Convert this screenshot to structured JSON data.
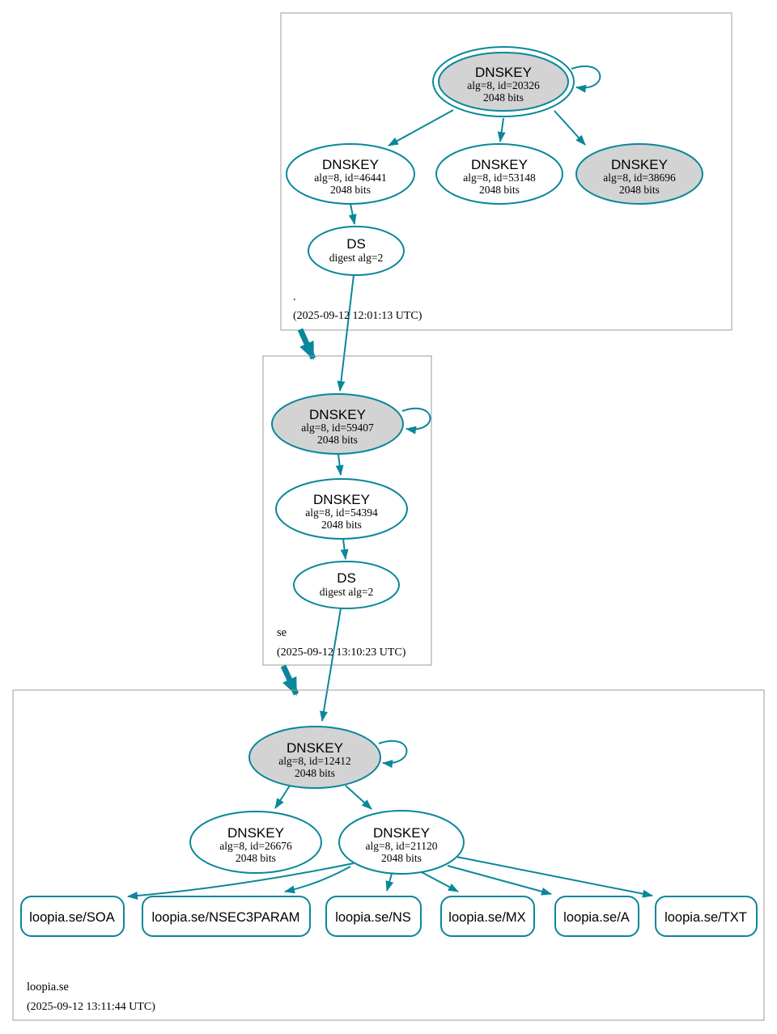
{
  "colors": {
    "accent": "#0a879a",
    "ksk-fill": "#d3d3d3",
    "node-fill": "#ffffff",
    "box-border": "#9b9b9b",
    "text": "#000000"
  },
  "zones": {
    "root": {
      "label": ".",
      "timestamp": "(2025-09-12 12:01:13 UTC)",
      "ksk": {
        "title": "DNSKEY",
        "detail": "alg=8, id=20326",
        "bits": "2048 bits"
      },
      "zsk1": {
        "title": "DNSKEY",
        "detail": "alg=8, id=46441",
        "bits": "2048 bits"
      },
      "zsk2": {
        "title": "DNSKEY",
        "detail": "alg=8, id=53148",
        "bits": "2048 bits"
      },
      "ksk2": {
        "title": "DNSKEY",
        "detail": "alg=8, id=38696",
        "bits": "2048 bits"
      },
      "ds": {
        "title": "DS",
        "detail": "digest alg=2"
      }
    },
    "se": {
      "label": "se",
      "timestamp": "(2025-09-12 13:10:23 UTC)",
      "ksk": {
        "title": "DNSKEY",
        "detail": "alg=8, id=59407",
        "bits": "2048 bits"
      },
      "zsk": {
        "title": "DNSKEY",
        "detail": "alg=8, id=54394",
        "bits": "2048 bits"
      },
      "ds": {
        "title": "DS",
        "detail": "digest alg=2"
      }
    },
    "loopia": {
      "label": "loopia.se",
      "timestamp": "(2025-09-12 13:11:44 UTC)",
      "ksk": {
        "title": "DNSKEY",
        "detail": "alg=8, id=12412",
        "bits": "2048 bits"
      },
      "zsk1": {
        "title": "DNSKEY",
        "detail": "alg=8, id=26676",
        "bits": "2048 bits"
      },
      "zsk2": {
        "title": "DNSKEY",
        "detail": "alg=8, id=21120",
        "bits": "2048 bits"
      },
      "rrsets": {
        "soa": "loopia.se/SOA",
        "nsec3param": "loopia.se/NSEC3PARAM",
        "ns": "loopia.se/NS",
        "mx": "loopia.se/MX",
        "a": "loopia.se/A",
        "txt": "loopia.se/TXT"
      }
    }
  }
}
